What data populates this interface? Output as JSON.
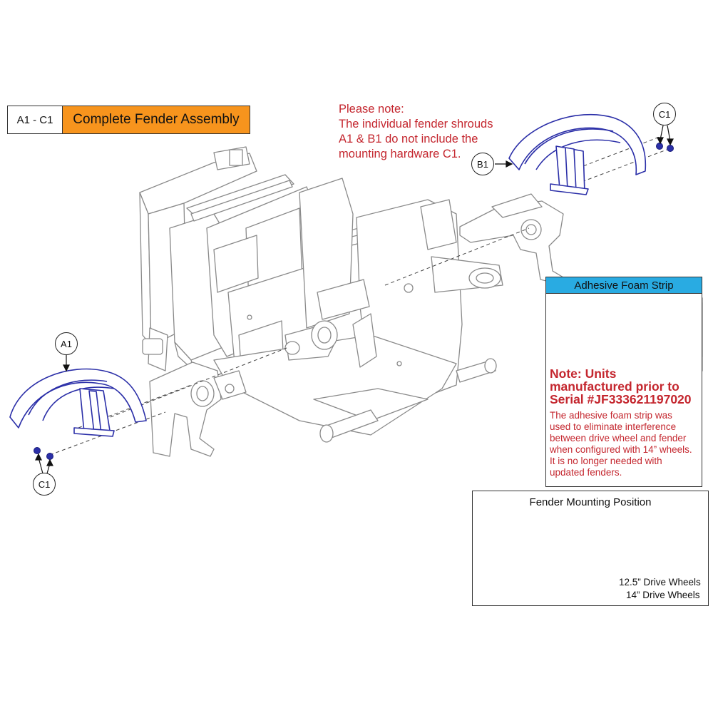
{
  "legend": {
    "code": "A1 - C1",
    "label": "Complete Fender Assembly"
  },
  "note": {
    "lines": [
      "Please note:",
      "The individual fender shrouds",
      "A1 & B1 do not include the",
      "mounting hardware C1."
    ]
  },
  "callouts": {
    "a1": "A1",
    "b1": "B1",
    "c1_top": "C1",
    "c1_bottom": "C1"
  },
  "foam_panel": {
    "header": "Adhesive Foam Strip",
    "note_head": [
      "Note: Units",
      "manufactured prior to",
      "Serial #JF333621197020"
    ],
    "note_body": [
      "The adhesive foam strip was",
      "used to eliminate interference",
      "between drive wheel and fender",
      "when configured with 14” wheels.",
      "It is no longer needed with",
      "updated fenders."
    ]
  },
  "position_panel": {
    "title": "Fender Mounting Position",
    "label_125": "12.5” Drive Wheels",
    "label_14": "14” Drive Wheels"
  },
  "colors": {
    "fender": "#2b2fa8",
    "note_red": "#c4262e",
    "orange": "#f7941d",
    "header_blue": "#29abe2",
    "line_gray": "#8a8a8a"
  }
}
